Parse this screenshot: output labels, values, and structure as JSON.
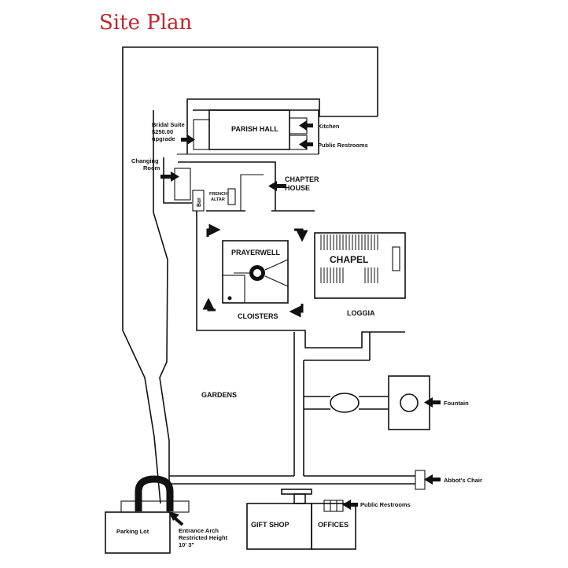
{
  "title": "Site Plan",
  "labels": {
    "parish_hall": "PARISH HALL",
    "kitchen": "Kitchen",
    "public_restrooms_top": "Public Restrooms",
    "bridal_suite_1": "Bridal Suite",
    "bridal_suite_2": "$250.00",
    "bridal_suite_3": "upgrade",
    "changing_room_1": "Changing",
    "changing_room_2": "Room",
    "chapter_house_1": "CHAPTER",
    "chapter_house_2": "HOUSE",
    "french_altar_1": "FRENCH",
    "french_altar_2": "ALTAR",
    "bar": "Bar",
    "prayerwell": "PRAYERWELL",
    "chapel": "CHAPEL",
    "cloisters": "CLOISTERS",
    "loggia": "LOGGIA",
    "gardens": "GARDENS",
    "fountain": "Fountain",
    "abbots_chair": "Abbot's Chair",
    "public_restrooms_bottom": "Public Restrooms",
    "gift_shop": "GIFT SHOP",
    "offices": "OFFICES",
    "parking_lot": "Parking Lot",
    "entrance_arch_1": "Entrance Arch",
    "entrance_arch_2": "Restricted Height",
    "entrance_arch_3": "10' 3\""
  },
  "colors": {
    "title": "#c0272d",
    "lines": "#111111"
  }
}
